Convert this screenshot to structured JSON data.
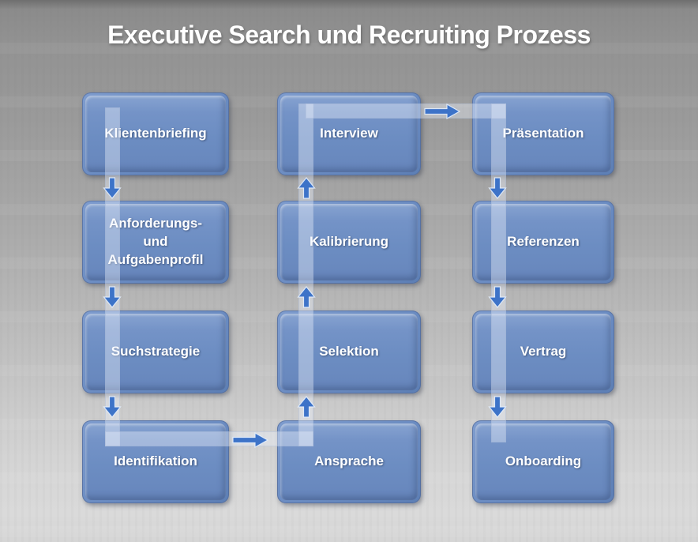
{
  "title": "Executive Search und Recruiting Prozess",
  "diagram": {
    "columns": [
      {
        "items": [
          {
            "label": "Klientenbriefing"
          },
          {
            "label": "Anforderungs-\nund\nAufgabenprofil"
          },
          {
            "label": "Suchstrategie"
          },
          {
            "label": "Identifikation"
          }
        ]
      },
      {
        "items": [
          {
            "label": "Interview"
          },
          {
            "label": "Kalibrierung"
          },
          {
            "label": "Selektion"
          },
          {
            "label": "Ansprache"
          }
        ]
      },
      {
        "items": [
          {
            "label": "Präsentation"
          },
          {
            "label": "Referenzen"
          },
          {
            "label": "Vertrag"
          },
          {
            "label": "Onboarding"
          }
        ]
      }
    ],
    "connectors": [
      {
        "from": "Klientenbriefing",
        "to": "Anforderungs- und Aufgabenprofil",
        "direction": "down"
      },
      {
        "from": "Anforderungs- und Aufgabenprofil",
        "to": "Suchstrategie",
        "direction": "down"
      },
      {
        "from": "Suchstrategie",
        "to": "Identifikation",
        "direction": "down"
      },
      {
        "from": "Identifikation",
        "to": "Ansprache",
        "direction": "right"
      },
      {
        "from": "Ansprache",
        "to": "Selektion",
        "direction": "up"
      },
      {
        "from": "Selektion",
        "to": "Kalibrierung",
        "direction": "up"
      },
      {
        "from": "Kalibrierung",
        "to": "Interview",
        "direction": "up"
      },
      {
        "from": "Interview",
        "to": "Präsentation",
        "direction": "right"
      },
      {
        "from": "Präsentation",
        "to": "Referenzen",
        "direction": "down"
      },
      {
        "from": "Referenzen",
        "to": "Vertrag",
        "direction": "down"
      },
      {
        "from": "Vertrag",
        "to": "Onboarding",
        "direction": "down"
      }
    ],
    "colors": {
      "box_fill": "#6C8CC1",
      "box_highlight": "#87A3D1",
      "box_border": "#4E6694",
      "arrow": "#3D73C8",
      "path_band": "rgba(237,243,252,0.40)",
      "title_text": "#FFFFFF",
      "background_top": "#8B8B8B",
      "background_bottom": "#DADADA"
    }
  }
}
